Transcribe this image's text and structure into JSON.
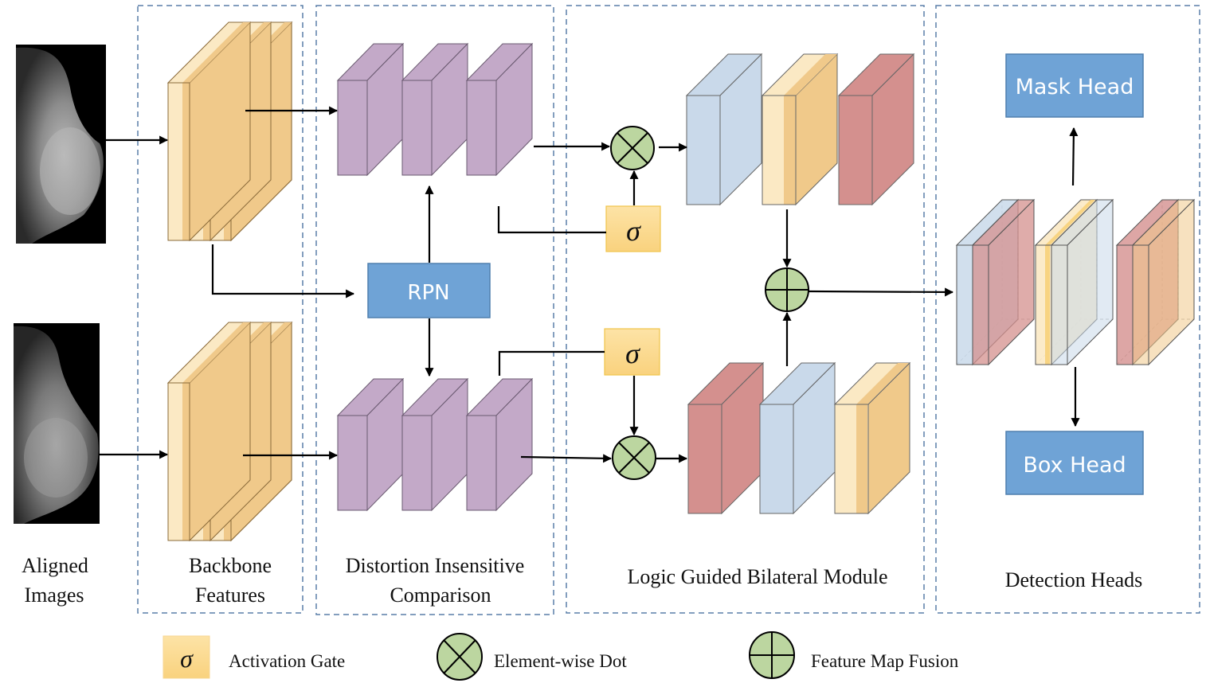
{
  "diagram": {
    "title": "Mammography bilateral detection pipeline",
    "sections": [
      {
        "id": "aligned-images",
        "label_lines": [
          "Aligned",
          "Images"
        ]
      },
      {
        "id": "backbone",
        "label_lines": [
          "Backbone",
          "Features"
        ]
      },
      {
        "id": "dic",
        "label_lines": [
          "Distortion Insensitive",
          "Comparison"
        ]
      },
      {
        "id": "lgbm",
        "label_lines": [
          "Logic Guided Bilateral Module"
        ]
      },
      {
        "id": "detection",
        "label_lines": [
          "Detection Heads"
        ]
      }
    ],
    "nodes": {
      "rpn": "RPN",
      "mask_head": "Mask Head",
      "box_head": "Box Head",
      "gate_symbol": "σ"
    },
    "inputs": [
      {
        "name": "top-mammogram",
        "kind": "x-ray image"
      },
      {
        "name": "bottom-mammogram",
        "kind": "x-ray image"
      }
    ],
    "colors": {
      "backbone_light": "#fbe9c4",
      "backbone_dark": "#f0c98a",
      "purple": "#c3a9c8",
      "blue": "#c9d9ea",
      "red": "#d4908e",
      "head_blue": "#6fa3d6",
      "gate_yellow": "#fbd98a",
      "op_green": "#bcd6a0",
      "dashed_border": "#5a7fa8"
    },
    "legend": [
      {
        "symbol": "σ",
        "icon": "activation-gate-icon",
        "label": "Activation Gate"
      },
      {
        "symbol": "⊗",
        "icon": "element-wise-dot-icon",
        "label": "Element-wise Dot"
      },
      {
        "symbol": "⊕",
        "icon": "feature-fusion-icon",
        "label": "Feature Map Fusion"
      }
    ]
  }
}
